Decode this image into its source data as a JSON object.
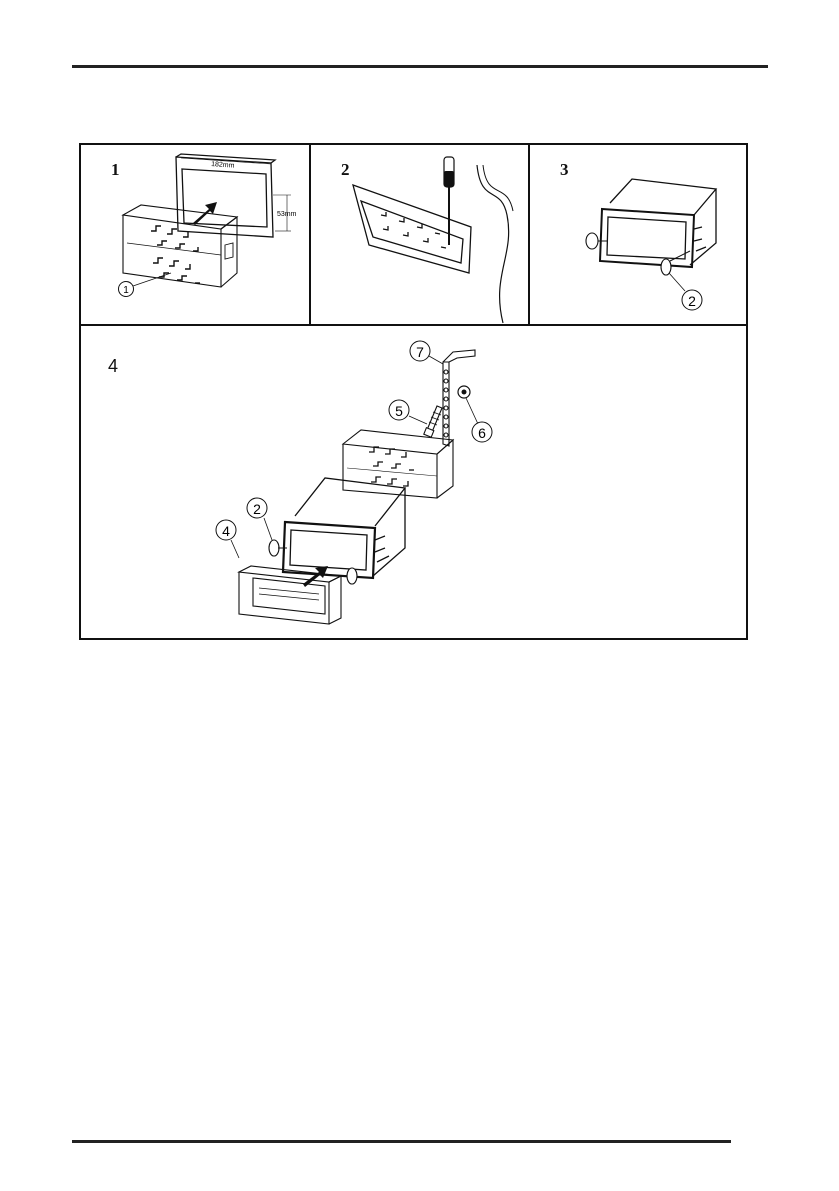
{
  "figure": {
    "panels": [
      {
        "step": "1",
        "callouts": [
          "1"
        ],
        "dimensions": {
          "width": "182mm",
          "height": "53mm"
        }
      },
      {
        "step": "2"
      },
      {
        "step": "3",
        "callouts": [
          "2"
        ]
      },
      {
        "step": "4",
        "callouts": [
          "7",
          "5",
          "6",
          "2",
          "4"
        ]
      }
    ]
  }
}
